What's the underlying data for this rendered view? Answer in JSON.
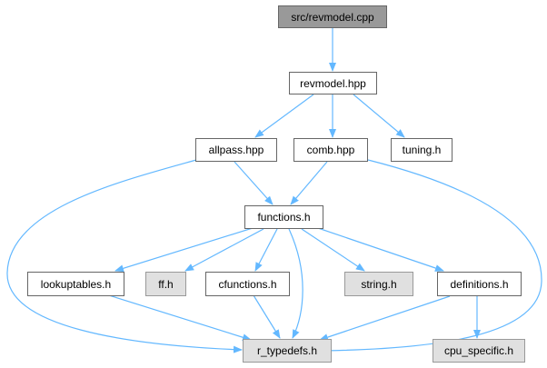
{
  "nodes": {
    "src_revmodel_cpp": "src/revmodel.cpp",
    "revmodel_hpp": "revmodel.hpp",
    "allpass_hpp": "allpass.hpp",
    "comb_hpp": "comb.hpp",
    "tuning_h": "tuning.h",
    "functions_h": "functions.h",
    "lookuptables_h": "lookuptables.h",
    "ff_h": "ff.h",
    "cfunctions_h": "cfunctions.h",
    "string_h": "string.h",
    "definitions_h": "definitions.h",
    "r_typedefs_h": "r_typedefs.h",
    "cpu_specific_h": "cpu_specific.h"
  },
  "colors": {
    "edge": "#63b8ff",
    "node_border": "#666666",
    "root_fill": "#999999",
    "external_fill": "#e0e0e0"
  }
}
